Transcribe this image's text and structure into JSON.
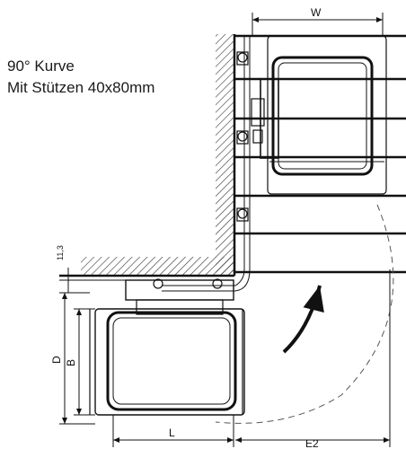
{
  "captions": {
    "line1": "90° Kurve",
    "line2": "Mit Stützen 40x80mm"
  },
  "dimensions": {
    "W": "W",
    "D": "D",
    "B": "B",
    "L": "L",
    "E2": "E2",
    "gap": "11,3"
  },
  "colors": {
    "line": "#111111",
    "hatch": "#333333",
    "background": "#ffffff"
  }
}
